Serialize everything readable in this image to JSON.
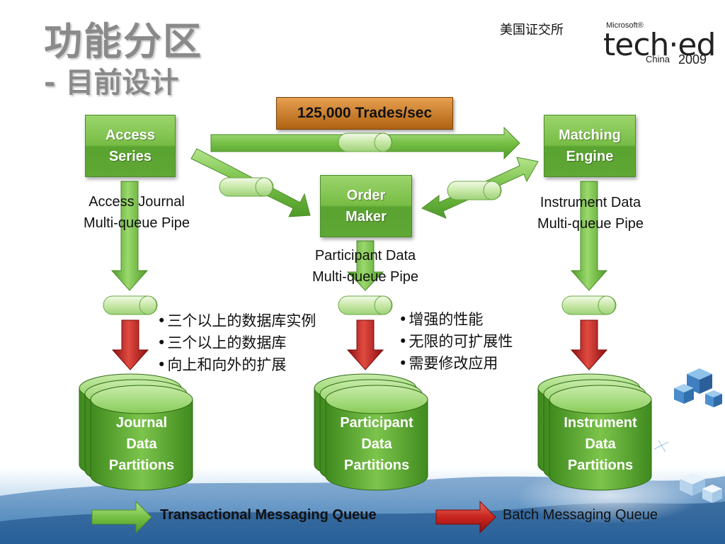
{
  "slide": {
    "title": "功能分区",
    "subtitle": "- 目前设计",
    "exchange_label": "美国证交所",
    "logo": {
      "microsoft": "Microsoft®",
      "main": "tech·ed",
      "region": "China",
      "year": "2009"
    }
  },
  "throughput": "125,000 Trades/sec",
  "boxes": {
    "access_series": "Access\nSeries",
    "order_maker": "Order\nMaker",
    "matching_engine": "Matching\nEngine"
  },
  "pipes": {
    "access": "Access Journal\nMulti-queue Pipe",
    "participant": "Participant Data\nMulti-queue Pipe",
    "instrument": "Instrument Data\nMulti-queue Pipe"
  },
  "bullets_left": [
    "三个以上的数据库实例",
    "三个以上的数据库",
    "向上和向外的扩展"
  ],
  "bullets_right": [
    "增强的性能",
    "无限的可扩展性",
    "需要修改应用"
  ],
  "databases": {
    "journal": "Journal\nData\nPartitions",
    "participant": "Participant\nData\nPartitions",
    "instrument": "Instrument\nData\nPartitions"
  },
  "legend": {
    "transactional": "Transactional Messaging Queue",
    "batch": "Batch Messaging Queue"
  },
  "colors": {
    "green": "#6bb83c",
    "red": "#c0201e",
    "orange": "#c87a2a"
  }
}
